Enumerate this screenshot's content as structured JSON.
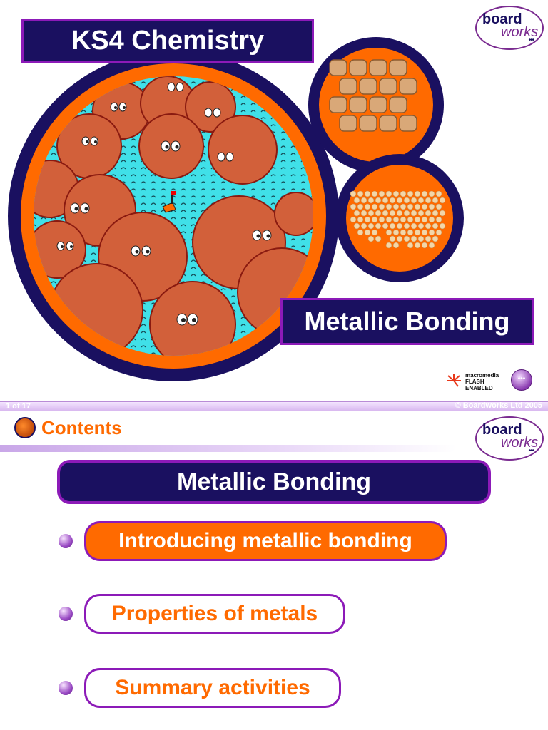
{
  "slide1": {
    "title": "KS4 Chemistry",
    "subtitle": "Metallic Bonding",
    "logo": {
      "line1": "board",
      "line2": "works",
      "dots": "•••"
    },
    "flash_badge": {
      "line1": "macromedia",
      "line2": "FLASH",
      "line3": "ENABLED"
    },
    "next_button": "•••"
  },
  "footer": {
    "page": "1 of 17",
    "copyright": "© Boardworks Ltd 2005"
  },
  "slide2": {
    "heading": "Contents",
    "section": "Metallic Bonding",
    "items": [
      {
        "label": "Introducing metallic bonding",
        "active": true
      },
      {
        "label": "Properties of metals",
        "active": false
      },
      {
        "label": "Summary activities",
        "active": false
      }
    ]
  },
  "colors": {
    "navy": "#1a1060",
    "purple": "#8c1ab8",
    "orange": "#ff6a00",
    "cyan": "#40e0e8",
    "blob": "#d2603a"
  }
}
